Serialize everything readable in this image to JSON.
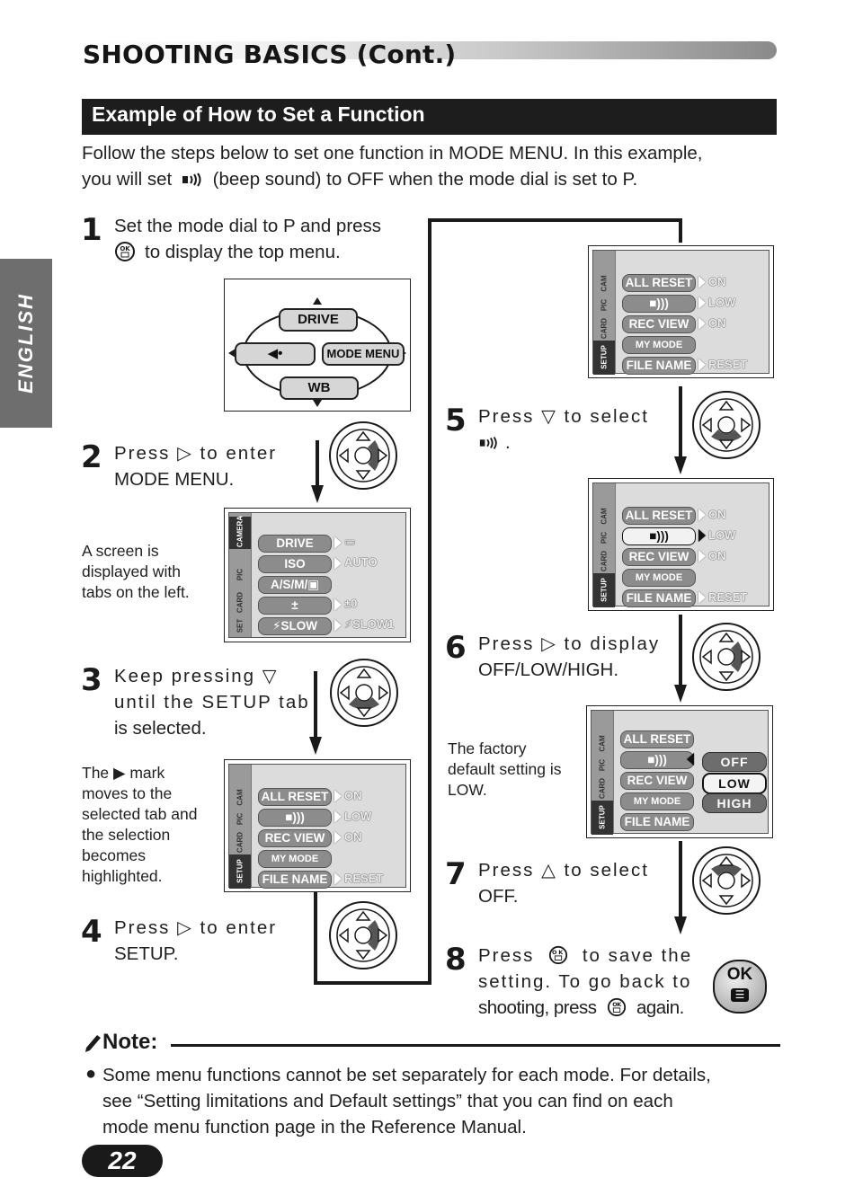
{
  "header": {
    "title": "SHOOTING BASICS (Cont.)"
  },
  "section": {
    "title": "Example of How to Set a Function"
  },
  "intro": {
    "line1": "Follow the steps below to set one function in MODE MENU. In this example,",
    "line2_pre": "you will set",
    "line2_post": "(beep sound) to OFF when the mode dial is set to P."
  },
  "side_tab": {
    "label": "ENGLISH"
  },
  "steps": {
    "s1": {
      "num": "1",
      "line1": "Set the mode dial to P and press",
      "line2": "to display the top menu."
    },
    "s2": {
      "num": "2",
      "line1": "Press  ▷  to enter",
      "line2": "MODE MENU."
    },
    "s3": {
      "num": "3",
      "line1": "Keep pressing  ▽",
      "line2": "until the SETUP tab",
      "line3": "is selected."
    },
    "s4": {
      "num": "4",
      "line1": "Press  ▷  to enter",
      "line2": "SETUP."
    },
    "s5": {
      "num": "5",
      "line1": "Press  ▽  to select",
      "line2": "."
    },
    "s6": {
      "num": "6",
      "line1": "Press  ▷  to display",
      "line2": "OFF/LOW/HIGH."
    },
    "s7": {
      "num": "7",
      "line1": "Press  △  to select",
      "line2": "OFF."
    },
    "s8": {
      "num": "8",
      "line1_pre": "Press",
      "line1_post": "to save the",
      "line2": "setting. To go back to",
      "line3_pre": "shooting, press",
      "line3_post": "again."
    }
  },
  "captions": {
    "c2": [
      "A screen is",
      "displayed with",
      "tabs on the left."
    ],
    "c3": [
      "The ▶ mark",
      "moves to the",
      "selected tab and",
      "the selection",
      "becomes",
      "highlighted."
    ],
    "c6": [
      "The factory",
      "default setting is",
      "LOW."
    ]
  },
  "top_menu": {
    "up": "DRIVE",
    "left": "◀•",
    "right": "MODE MENU",
    "down": "WB"
  },
  "camera_menu": {
    "tabs": [
      "CAMERA",
      "PIC",
      "CARD",
      "SET"
    ],
    "items": [
      "DRIVE",
      "ISO",
      "A/S/M/▣",
      "±",
      "⚡SLOW"
    ],
    "values": [
      "▭",
      "AUTO",
      "",
      "±0",
      "⚡SLOW1"
    ]
  },
  "setup_menu": {
    "tabs": [
      "CAM",
      "PIC",
      "CARD",
      "SETUP"
    ],
    "items": [
      "ALL RESET",
      "■)))",
      "REC VIEW",
      "MY MODE SETUP",
      "FILE NAME"
    ],
    "values": [
      "ON",
      "LOW",
      "ON",
      "",
      "RESET"
    ]
  },
  "options": [
    "OFF",
    "LOW",
    "HIGH"
  ],
  "ok_button": {
    "top": "OK",
    "bottom": "☰"
  },
  "note": {
    "title": "Note:",
    "line1": "Some menu functions cannot be set separately for each mode. For details,",
    "line2": "see “Setting limitations and Default settings” that you can find on each",
    "line3": "mode menu function page in the Reference Manual."
  },
  "page_number": "22"
}
